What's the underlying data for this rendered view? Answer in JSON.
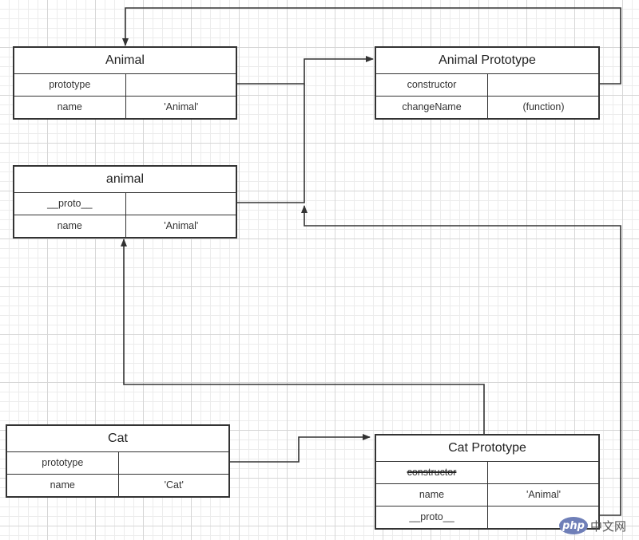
{
  "boxes": {
    "animal_ctor": {
      "title": "Animal",
      "rows": [
        {
          "key": "prototype",
          "value": ""
        },
        {
          "key": "name",
          "value": "'Animal'"
        }
      ]
    },
    "animal_proto": {
      "title": "Animal Prototype",
      "rows": [
        {
          "key": "constructor",
          "value": ""
        },
        {
          "key": "changeName",
          "value": "(function)"
        }
      ]
    },
    "animal_inst": {
      "title": "animal",
      "rows": [
        {
          "key": "__proto__",
          "value": ""
        },
        {
          "key": "name",
          "value": "'Animal'"
        }
      ]
    },
    "cat_ctor": {
      "title": "Cat",
      "rows": [
        {
          "key": "prototype",
          "value": ""
        },
        {
          "key": "name",
          "value": "'Cat'"
        }
      ]
    },
    "cat_proto": {
      "title": "Cat Prototype",
      "rows": [
        {
          "key": "constructor",
          "value": "",
          "struck": true
        },
        {
          "key": "name",
          "value": "'Animal'"
        },
        {
          "key": "__proto__",
          "value": ""
        }
      ]
    }
  },
  "watermark": {
    "badge": "php",
    "text": "中文网"
  }
}
